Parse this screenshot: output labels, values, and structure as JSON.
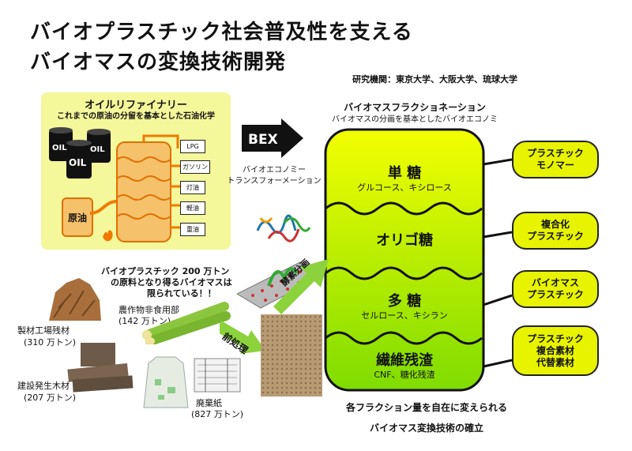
{
  "title": {
    "line1": "バイオプラスチック社会普及性を支える",
    "line2": "バイオマスの変換技術開発"
  },
  "institutions": "研究機関：東京大学、大阪大学、琉球大学",
  "refinery": {
    "title": "オイルリファイナリー",
    "subtitle": "これまでの原油の分留を基本とした石油化学",
    "crude": "原油",
    "drum_label": "OIL",
    "products": [
      "LPG",
      "ガソリン",
      "灯油",
      "軽油",
      "重油"
    ]
  },
  "bex": {
    "label": "BEX",
    "caption_line1": "バイオエコノミー",
    "caption_line2": "トランスフォーメーション"
  },
  "fractionation": {
    "title": "バイオマスフラクショネーション",
    "subtitle": "バイオマスの分画を基本としたバイオエコノミー"
  },
  "fractions": [
    {
      "name": "単 糖",
      "detail": "グルコース、キシロース"
    },
    {
      "name": "オリゴ糖",
      "detail": ""
    },
    {
      "name": "多 糖",
      "detail": "セルロース、キシラン"
    },
    {
      "name": "繊維残渣",
      "detail": "CNF、糖化残渣"
    }
  ],
  "outputs": [
    {
      "line1": "プラスチック",
      "line2": "モノマー",
      "line3": ""
    },
    {
      "line1": "複合化",
      "line2": "プラスチック",
      "line3": ""
    },
    {
      "line1": "バイオマス",
      "line2": "プラスチック",
      "line3": ""
    },
    {
      "line1": "プラスチック",
      "line2": "複合素材",
      "line3": "代替素材"
    }
  ],
  "biomass_note": {
    "line1": "バイオプラスチック 200 万トン",
    "line2": "の原料となり得るバイオマスは",
    "line3": "限られている！！"
  },
  "sources": [
    {
      "name": "農作物非食用部",
      "amount": "(142 万トン)"
    },
    {
      "name": "製材工場残材",
      "amount": "(310 万トン)"
    },
    {
      "name": "建設発生木材",
      "amount": "(207 万トン)"
    },
    {
      "name": "廃棄紙",
      "amount": "(827 万トン)"
    }
  ],
  "pretreatment": "前処理",
  "enzymatic": "酵素分画",
  "conclusion": {
    "line1": "各フラクション量を自在に変えられる",
    "line2": "バイオマス変換技術の確立"
  },
  "colors": {
    "refinery_bg": "#f4f79a",
    "column": "#f5c16b",
    "pipe": "#f07a00",
    "fraction_top": "#f3ff00",
    "fraction_bottom": "#7fdc00",
    "output": "#e8f300",
    "green_arrow": "#8bd23c"
  }
}
